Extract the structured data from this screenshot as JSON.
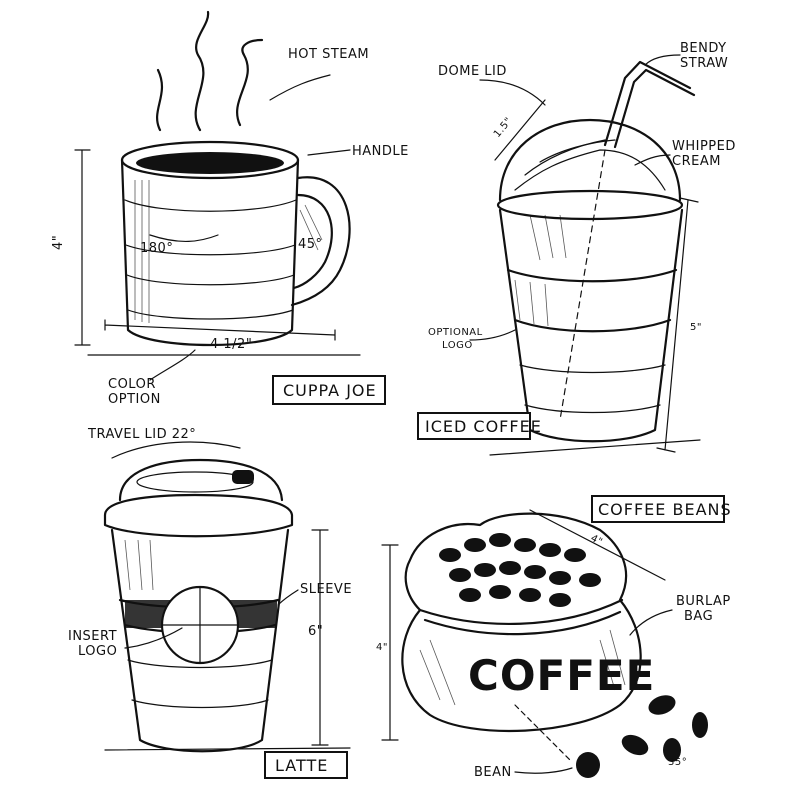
{
  "panels": {
    "mug": {
      "title": "CUPPA JOE",
      "labels": {
        "steam": "HOT STEAM",
        "handle": "HANDLE",
        "color_option_line1": "COLOR",
        "color_option_line2": "OPTION"
      },
      "dimensions": {
        "rotation": "180°",
        "handle_angle": "45°",
        "height": "4\"",
        "width": "4 1/2\""
      }
    },
    "iced": {
      "title": "ICED COFFEE",
      "labels": {
        "dome_lid": "DOME LID",
        "straw_line1": "BENDY",
        "straw_line2": "STRAW",
        "cream_line1": "WHIPPED",
        "cream_line2": "CREAM",
        "logo_line1": "OPTIONAL",
        "logo_line2": "LOGO"
      },
      "dimensions": {
        "lid": "1.5\"",
        "height": "5\""
      }
    },
    "latte": {
      "title": "LATTE",
      "labels": {
        "travel_lid": "TRAVEL LID 22°",
        "sleeve": "SLEEVE",
        "insert_line1": "INSERT",
        "insert_line2": "LOGO"
      },
      "dimensions": {
        "height": "6\""
      }
    },
    "beans": {
      "title": "COFFEE BEANS",
      "labels": {
        "bag_word": "COFFEE",
        "burlap_line1": "BURLAP",
        "burlap_line2": "BAG",
        "bean": "BEAN"
      },
      "dimensions": {
        "top": "4\"",
        "height": "4\"",
        "bean_angle": "35°"
      }
    }
  },
  "colors": {
    "ink": "#111111",
    "paper": "#ffffff"
  }
}
